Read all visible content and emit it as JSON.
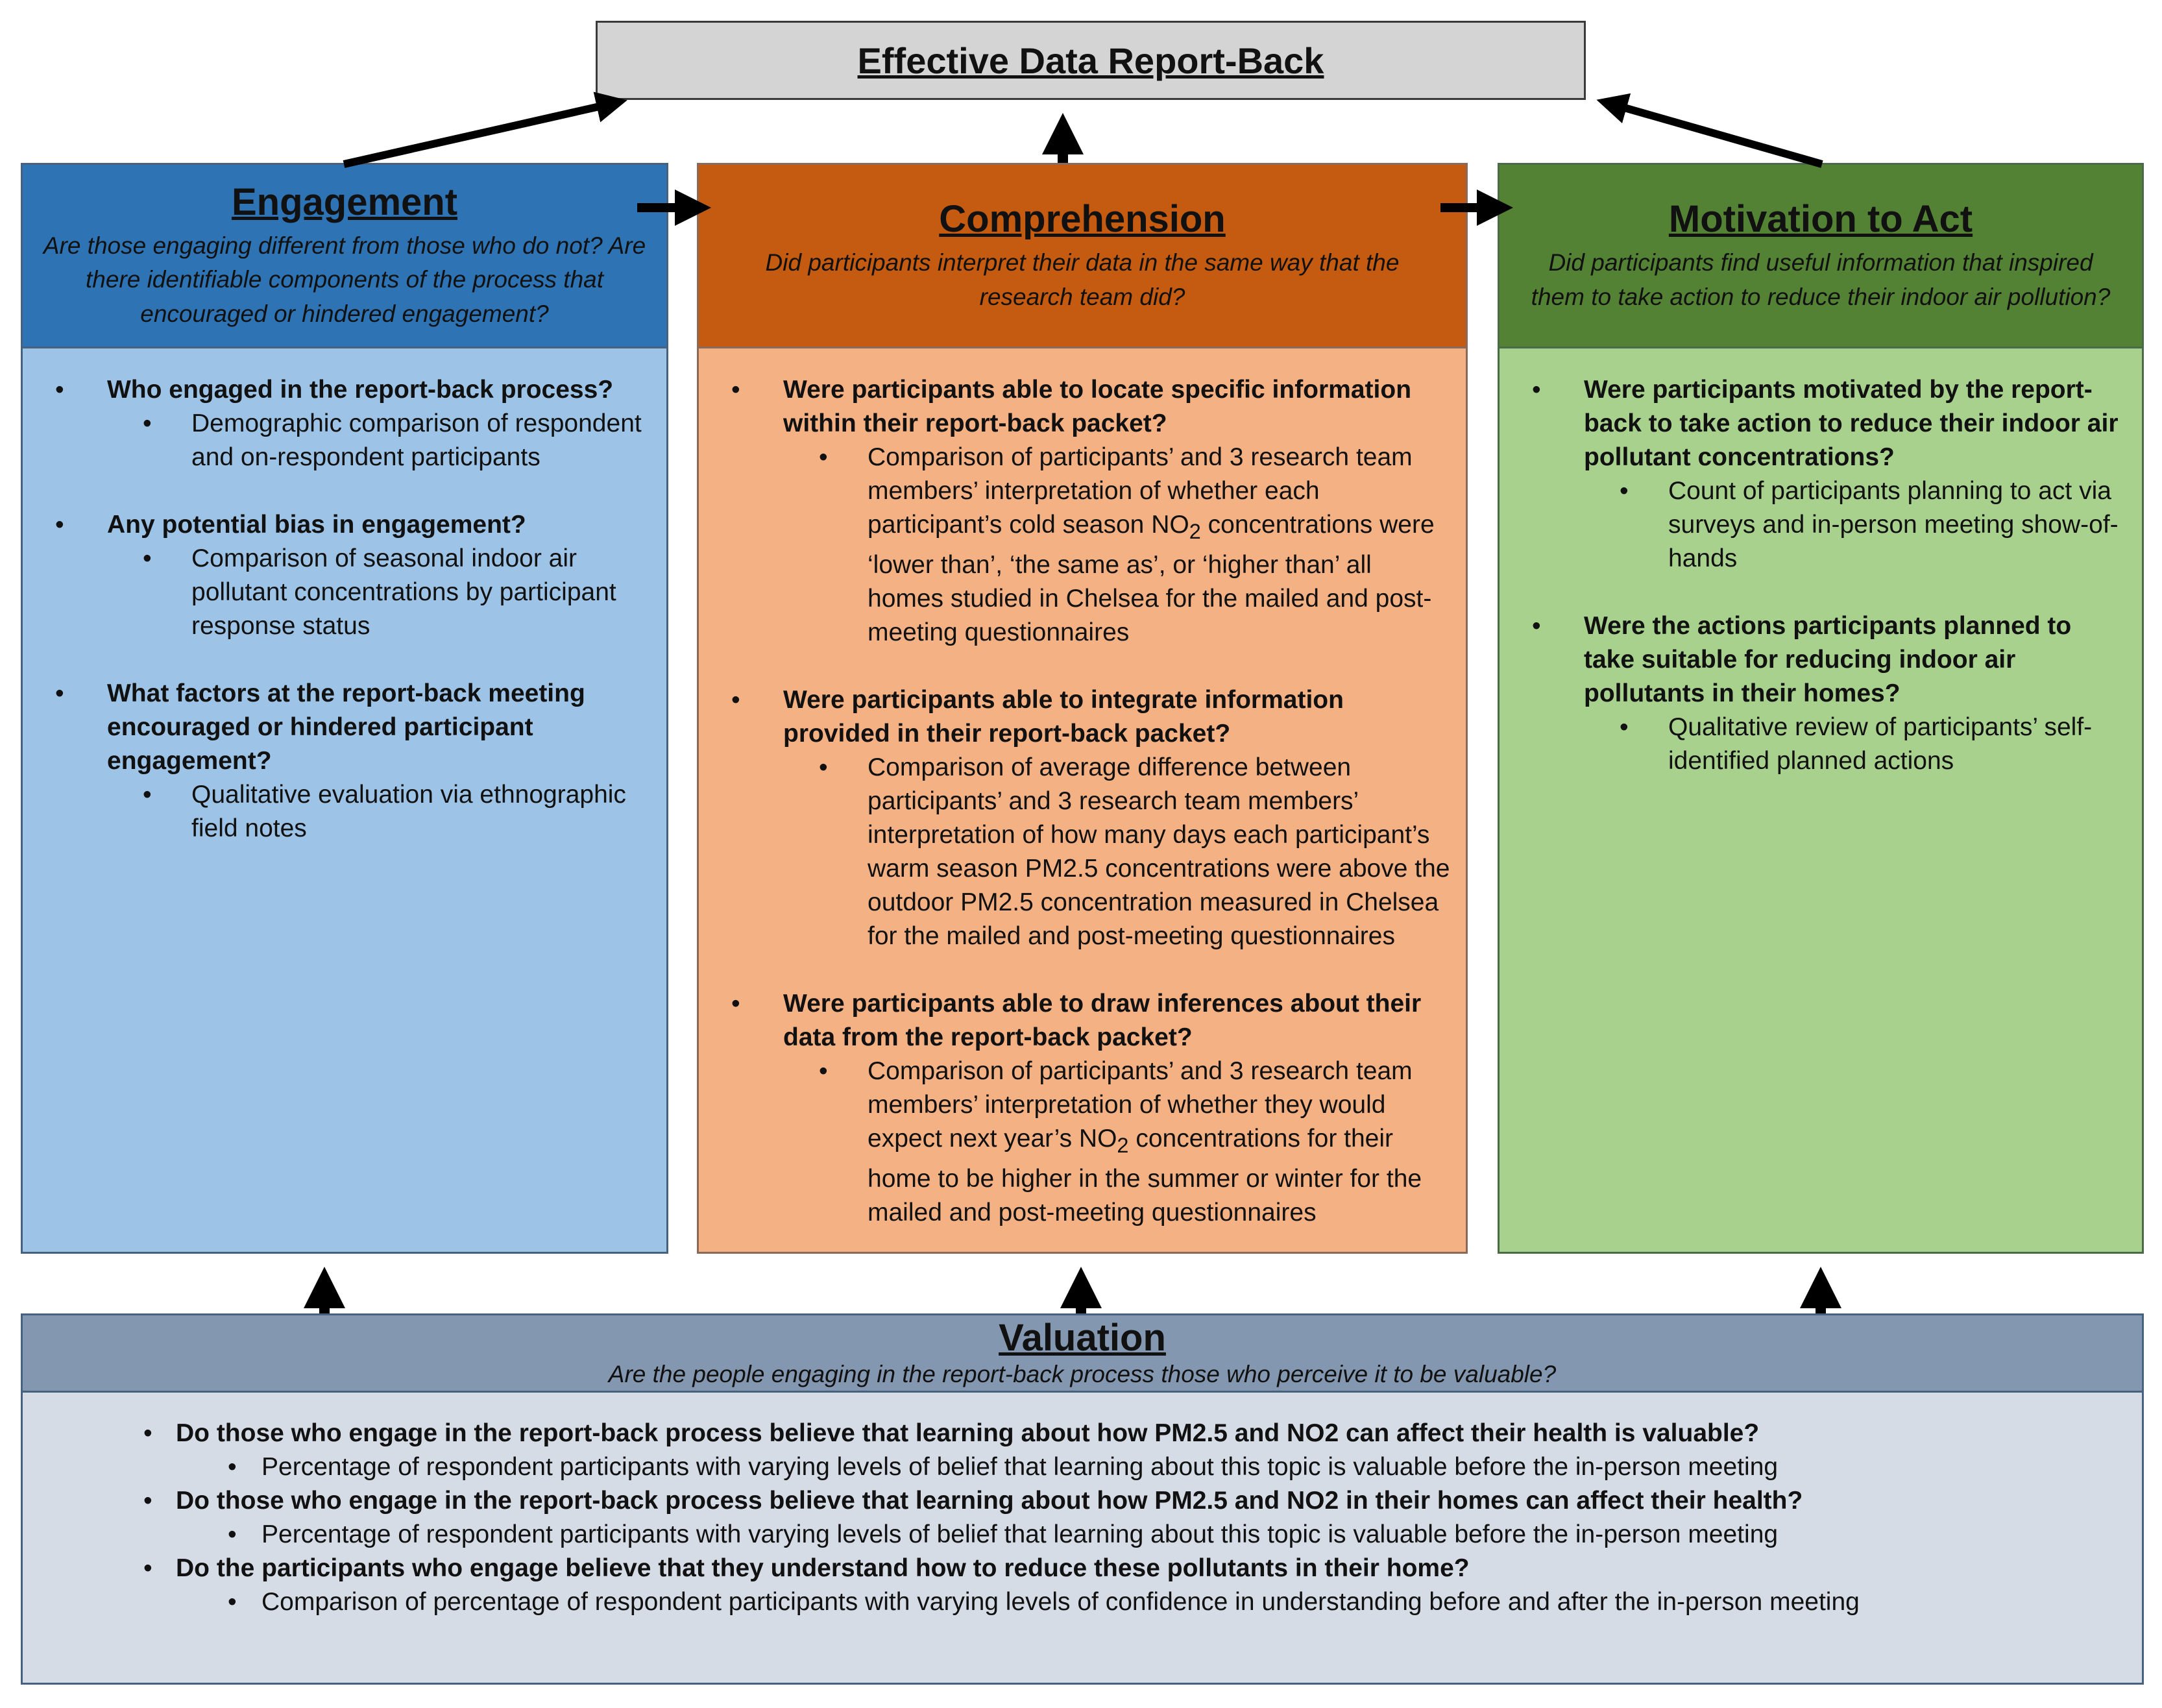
{
  "top": {
    "title": "Effective Data Report-Back"
  },
  "engagement": {
    "title": "Engagement",
    "question": "Are those engaging different from those who do not? Are there identifiable components of the process that encouraged or hindered engagement?",
    "items": [
      {
        "q": "Who engaged in the report-back process?",
        "sub": "Demographic comparison of respondent and on-respondent participants"
      },
      {
        "q": "Any potential bias in engagement?",
        "sub": "Comparison of seasonal indoor air pollutant concentrations by participant response status"
      },
      {
        "q": "What factors at the report-back meeting encouraged or hindered participant engagement?",
        "sub": "Qualitative evaluation via ethnographic field notes"
      }
    ]
  },
  "comprehension": {
    "title": "Comprehension",
    "question": "Did participants interpret their data in the same way that the research team did?",
    "items": [
      {
        "q": "Were participants able to locate specific information within their report-back packet?",
        "sub_a": "Comparison of participants’ and 3 research team members’ interpretation of whether each participant’s cold season NO",
        "sub_sub": "2",
        "sub_b": " concentrations were ‘lower than’, ‘the same as’, or ‘higher than’ all homes studied in Chelsea for the mailed and post-meeting questionnaires"
      },
      {
        "q": "Were participants able to integrate information provided in their report-back packet?",
        "sub": "Comparison of average difference between participants’ and 3 research team members’ interpretation of how many days each participant’s warm season PM2.5 concentrations were above the outdoor PM2.5 concentration measured in Chelsea for the mailed and post-meeting questionnaires"
      },
      {
        "q": "Were participants able to draw inferences about their data from the report-back packet?",
        "sub_a": "Comparison of participants’ and 3 research team members’ interpretation of whether they would expect next year’s NO",
        "sub_sub": "2",
        "sub_b": " concentrations for their home to be higher in the summer or winter for the mailed and post-meeting questionnaires"
      }
    ]
  },
  "motivation": {
    "title": "Motivation to Act",
    "question": "Did participants find useful information that inspired them to take action to reduce their indoor air pollution?",
    "items": [
      {
        "q": "Were participants motivated by the report-back to take action to reduce their indoor air pollutant concentrations?",
        "sub": "Count of participants planning to act via surveys and in-person meeting show-of-hands"
      },
      {
        "q": "Were the actions participants planned  to take suitable for reducing indoor air pollutants in their homes?",
        "sub": "Qualitative review of participants’ self-identified planned actions"
      }
    ]
  },
  "valuation": {
    "title": "Valuation",
    "question": "Are the people engaging in the report-back process those who perceive it to be valuable?",
    "items": [
      {
        "q": "Do those who engage in the report-back process believe that learning about how PM2.5 and NO2 can affect their health is valuable?",
        "sub": "Percentage of respondent participants with varying levels of belief that learning about this topic is valuable before the in-person meeting"
      },
      {
        "q": "Do those who engage in the report-back process believe that  learning about how PM2.5 and NO2 in their homes can affect their health?",
        "sub": "Percentage of respondent participants with varying levels of belief that learning about this topic is valuable before the in-person meeting"
      },
      {
        "q": "Do the participants who engage believe that they understand how to reduce these pollutants in their home?",
        "sub": "Comparison of percentage of respondent participants with varying levels of confidence in understanding  before and after the in-person meeting"
      }
    ]
  }
}
